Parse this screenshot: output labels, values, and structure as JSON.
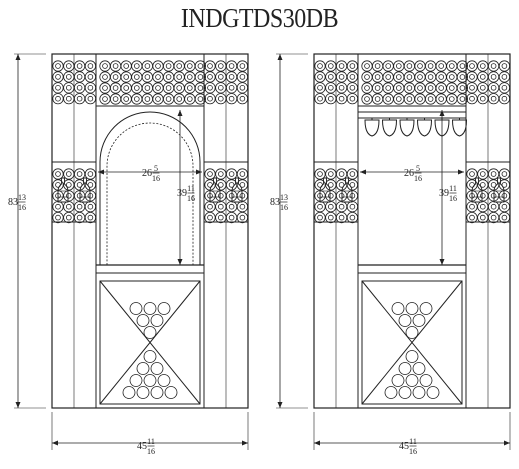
{
  "title": "INDGTDS30DB",
  "views": [
    {
      "variant": "arch",
      "height_label": {
        "whole": "83",
        "num": "13",
        "den": "16"
      },
      "width_label": {
        "whole": "45",
        "num": "11",
        "den": "16"
      },
      "inner_width_label": {
        "whole": "26",
        "num": "5",
        "den": "16"
      },
      "inner_height_label": {
        "whole": "39",
        "num": "11",
        "den": "16"
      }
    },
    {
      "variant": "stemware",
      "height_label": {
        "whole": "83",
        "num": "13",
        "den": "16"
      },
      "width_label": {
        "whole": "45",
        "num": "11",
        "den": "16"
      },
      "inner_width_label": {
        "whole": "26",
        "num": "5",
        "den": "16"
      },
      "inner_height_label": {
        "whole": "39",
        "num": "11",
        "den": "16"
      }
    }
  ],
  "colors": {
    "line": "#222222",
    "background": "#ffffff"
  }
}
